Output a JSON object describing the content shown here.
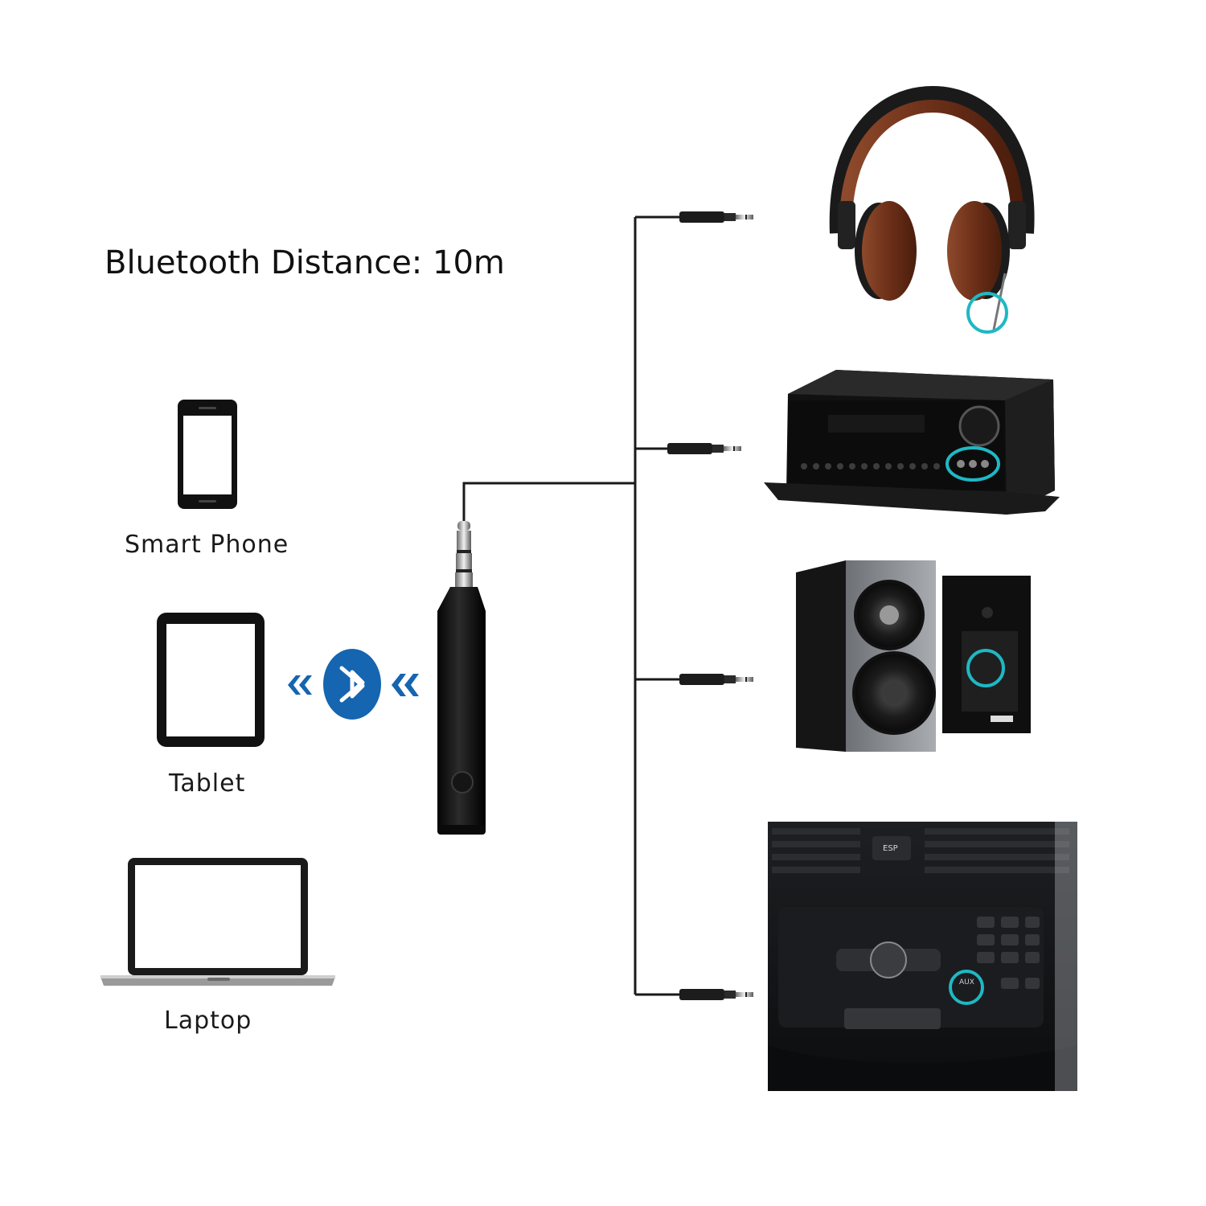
{
  "title": "Bluetooth Distance: 10m",
  "sources": [
    {
      "label": "Smart Phone",
      "icon": "smartphone-icon"
    },
    {
      "label": "Tablet",
      "icon": "tablet-icon"
    },
    {
      "label": "Laptop",
      "icon": "laptop-icon"
    }
  ],
  "receiver_icon": "bluetooth-receiver-icon",
  "bluetooth_icon": "bluetooth-icon",
  "outputs": [
    {
      "icon": "headphones-icon"
    },
    {
      "icon": "av-receiver-icon"
    },
    {
      "icon": "bookshelf-speakers-icon"
    },
    {
      "icon": "car-stereo-icon"
    }
  ],
  "car_panel": {
    "aux_label": "AUX",
    "esp_label": "ESP"
  },
  "colors": {
    "highlight": "#1fb8c4",
    "bluetooth": "#1565b0",
    "headphone_cushion": "#7a3a22"
  }
}
